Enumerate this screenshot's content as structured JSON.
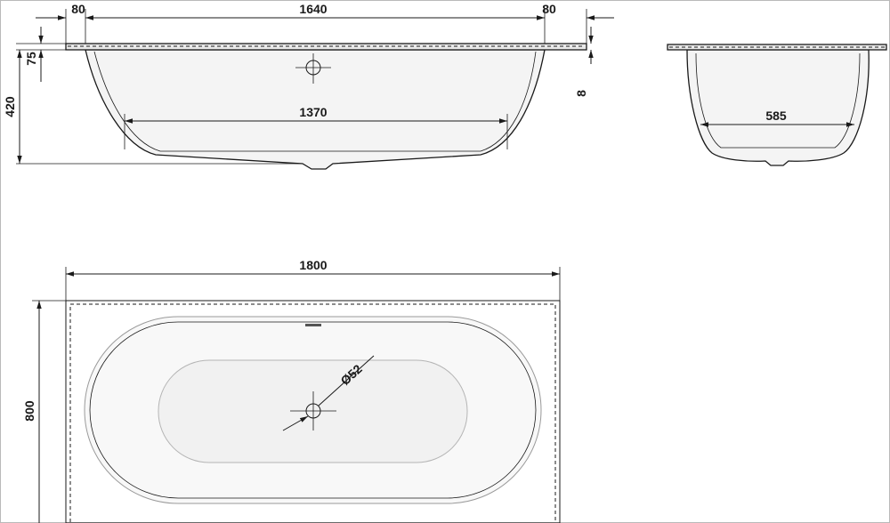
{
  "drawing": {
    "side_view": {
      "flange_left": "80",
      "inner_length_top": "1640",
      "flange_right": "80",
      "depth_total": "420",
      "flange_height": "75",
      "overflow_offset": "8",
      "bottom_length": "1370"
    },
    "end_view": {
      "bottom_width": "585"
    },
    "top_view": {
      "overall_length": "1800",
      "overall_width": "800",
      "drain_diameter": "Ø52"
    }
  },
  "colors": {
    "line": "#1a1a1a",
    "frame": "#b9b9b9",
    "fill": "#f4f4f4"
  }
}
